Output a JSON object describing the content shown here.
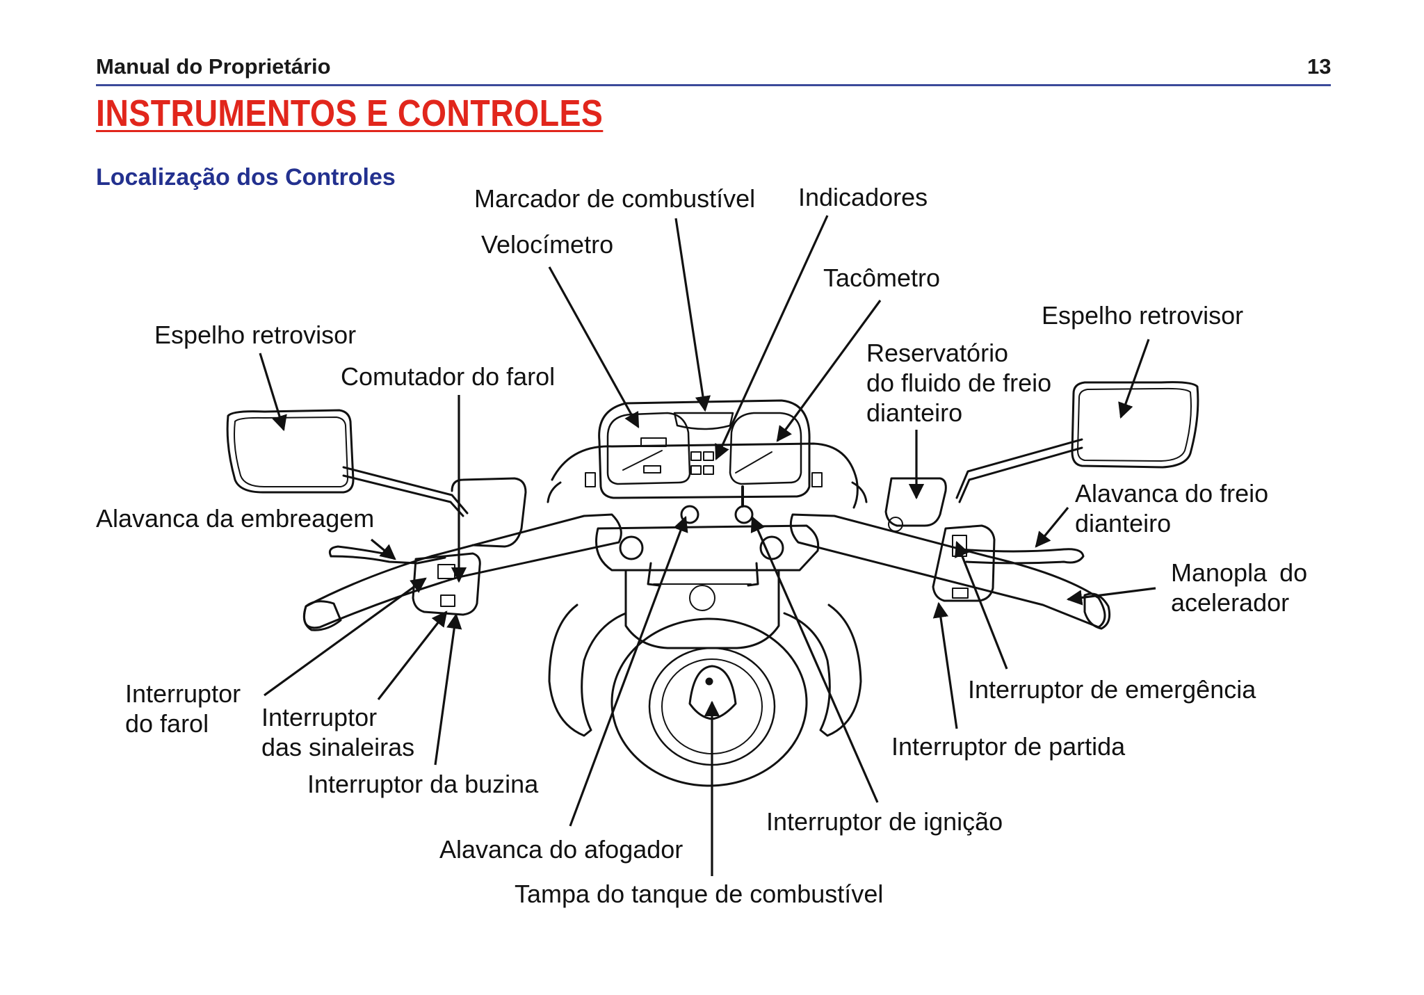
{
  "header": {
    "title": "Manual do Proprietário",
    "page_number": "13"
  },
  "section_title": "INSTRUMENTOS E CONTROLES",
  "subsection_title": "Localização dos Controles",
  "accent_colors": {
    "section_title": "#e1261c",
    "subsection_title": "#23318f",
    "header_rule": "#3b4a9a"
  },
  "labels": {
    "marcador_combustivel": "Marcador de combustível",
    "indicadores": "Indicadores",
    "velocimetro": "Velocímetro",
    "tacometro": "Tacômetro",
    "espelho_esquerdo": "Espelho retrovisor",
    "espelho_direito": "Espelho retrovisor",
    "comutador_farol": "Comutador do farol",
    "reservatorio": [
      "Reservatório",
      "do fluido de freio",
      "dianteiro"
    ],
    "alavanca_embreagem": "Alavanca da embreagem",
    "alavanca_freio": [
      "Alavanca do freio",
      "dianteiro"
    ],
    "manopla": [
      "Manopla do",
      "acelerador"
    ],
    "interruptor_farol": [
      "Interruptor",
      "do farol"
    ],
    "interruptor_sinaleiras": [
      "Interruptor",
      "das sinaleiras"
    ],
    "interruptor_buzina": "Interruptor da buzina",
    "interruptor_emergencia": "Interruptor de emergência",
    "interruptor_partida": "Interruptor de partida",
    "interruptor_ignicao": "Interruptor de ignição",
    "alavanca_afogador": "Alavanca do afogador",
    "tampa_tanque": "Tampa do tanque de combustível"
  }
}
